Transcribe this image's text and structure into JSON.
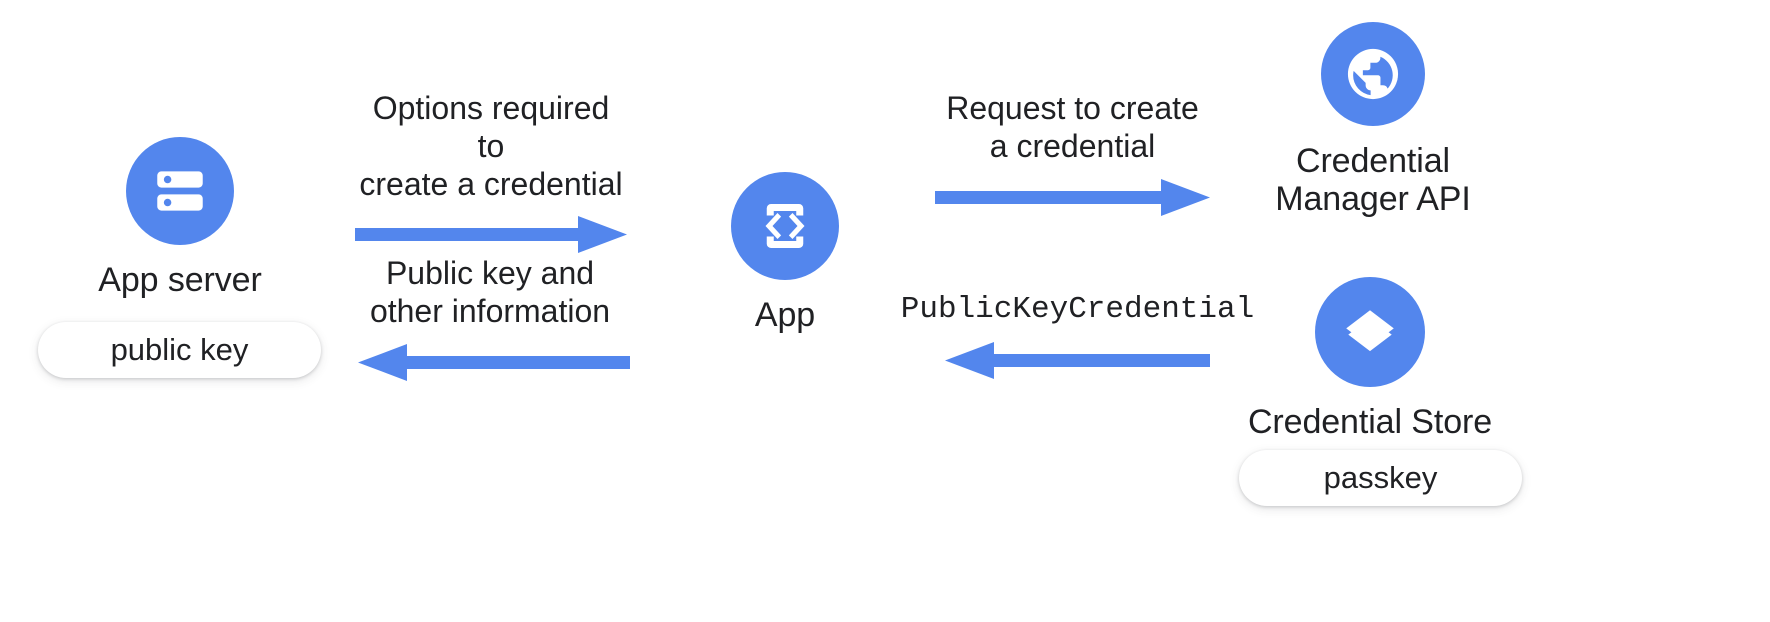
{
  "diagram": {
    "title": "Passkey creation flow",
    "background_color": "#ffffff",
    "accent_color": "#5386ED",
    "text_color": "#202124"
  },
  "nodes": [
    {
      "id": "app-server",
      "label": "App server",
      "icon": "server-icon",
      "chip": "public key"
    },
    {
      "id": "app",
      "label": "App",
      "icon": "app-code-phone-icon"
    },
    {
      "id": "credential-manager-api",
      "label": "Credential\nManager API",
      "icon": "globe-public-icon"
    },
    {
      "id": "credential-store",
      "label": "Credential Store",
      "icon": "layers-icon",
      "chip": "passkey"
    }
  ],
  "chips": {
    "public_key": "public key",
    "passkey": "passkey"
  },
  "flows": [
    {
      "id": "options-required",
      "caption": "Options required to\ncreate a credential",
      "direction": "right",
      "mono": false
    },
    {
      "id": "public-key-and-other-information",
      "caption": "Public key and\nother information",
      "direction": "left",
      "mono": false
    },
    {
      "id": "request-to-create",
      "caption": "Request to create\na credential",
      "direction": "right",
      "mono": false
    },
    {
      "id": "public-key-credential",
      "caption": "PublicKeyCredential",
      "direction": "left",
      "mono": true
    }
  ]
}
